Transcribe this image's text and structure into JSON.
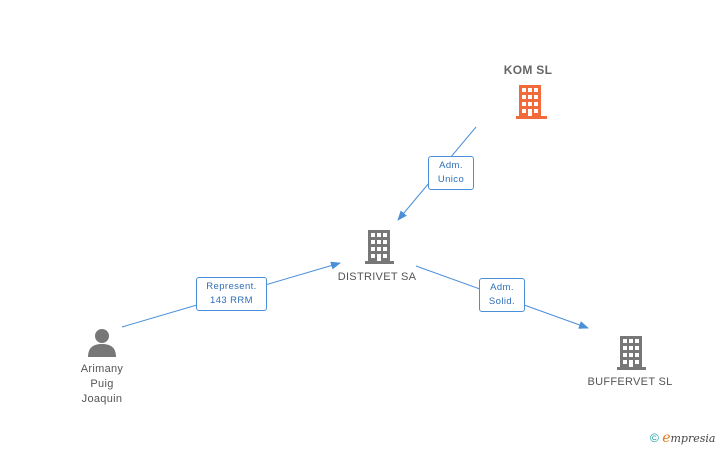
{
  "nodes": {
    "kom": {
      "label": "KOM SL",
      "color": "#f26a3a"
    },
    "distrivet": {
      "label": "DISTRIVET SA",
      "color": "#777777"
    },
    "buffervet": {
      "label": "BUFFERVET SL",
      "color": "#777777"
    },
    "person": {
      "label_lines": [
        "Arimany",
        "Puig",
        "Joaquin"
      ],
      "color": "#777777"
    }
  },
  "edges": {
    "kom_distrivet": {
      "line1": "Adm.",
      "line2": "Unico"
    },
    "person_distrivet": {
      "line1": "Represent.",
      "line2": "143 RRM"
    },
    "distrivet_buffervet": {
      "line1": "Adm.",
      "line2": "Solid."
    }
  },
  "colors": {
    "edge": "#4a8fd8"
  },
  "brand": {
    "symbol": "©",
    "e": "e",
    "rest": "mpresia"
  }
}
